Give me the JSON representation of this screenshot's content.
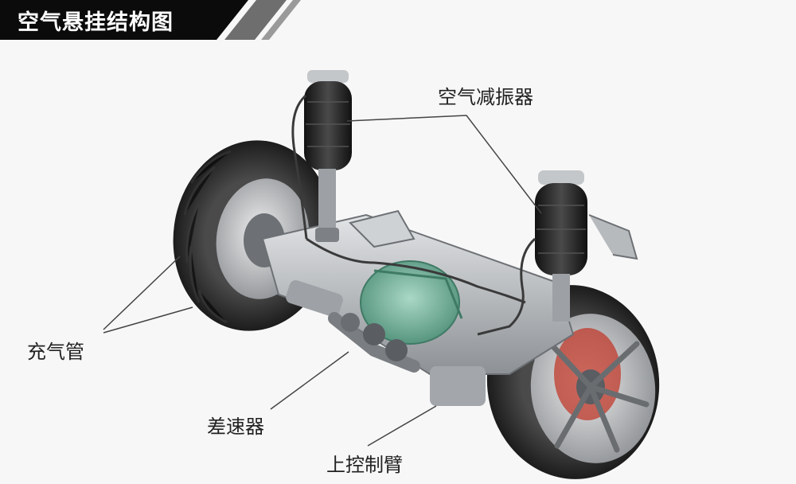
{
  "title": "空气悬挂结构图",
  "labels": {
    "air_shock": "空气减振器",
    "air_tube": "充气管",
    "differential": "差速器",
    "upper_arm": "上控制臂"
  },
  "colors": {
    "title_bg": "#0b0b0b",
    "stripe": "#6e6e6e",
    "tire": "#2a2a2a",
    "air_spring": "#262626",
    "frame": "#b9bcbf",
    "differential": "#6fb39a",
    "brake": "#c0392b"
  }
}
